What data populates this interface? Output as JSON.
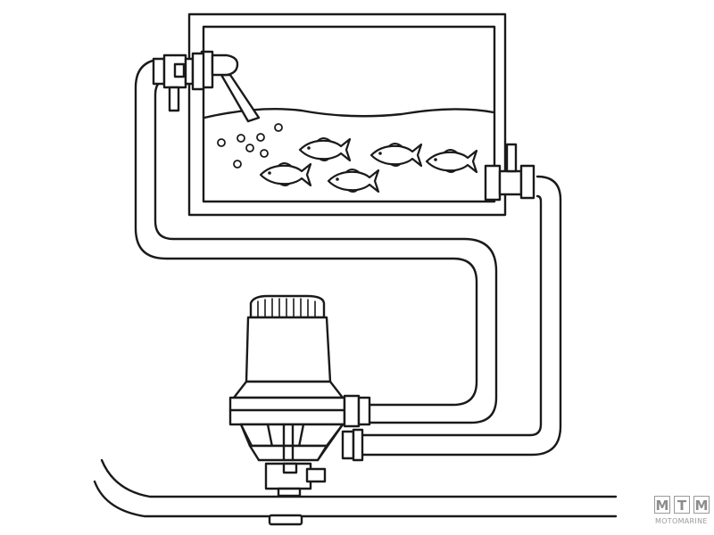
{
  "logo": {
    "letters": [
      "M",
      "T",
      "M"
    ],
    "wordmark": "MOTOMARINE"
  },
  "colors": {
    "line": "#1a1a1a",
    "background": "#ffffff",
    "logo": "#9a9a9a"
  },
  "icons": {
    "fish": "fish-icon",
    "bubble": "bubble-icon",
    "valve": "valve-icon",
    "pump": "pump-icon"
  }
}
